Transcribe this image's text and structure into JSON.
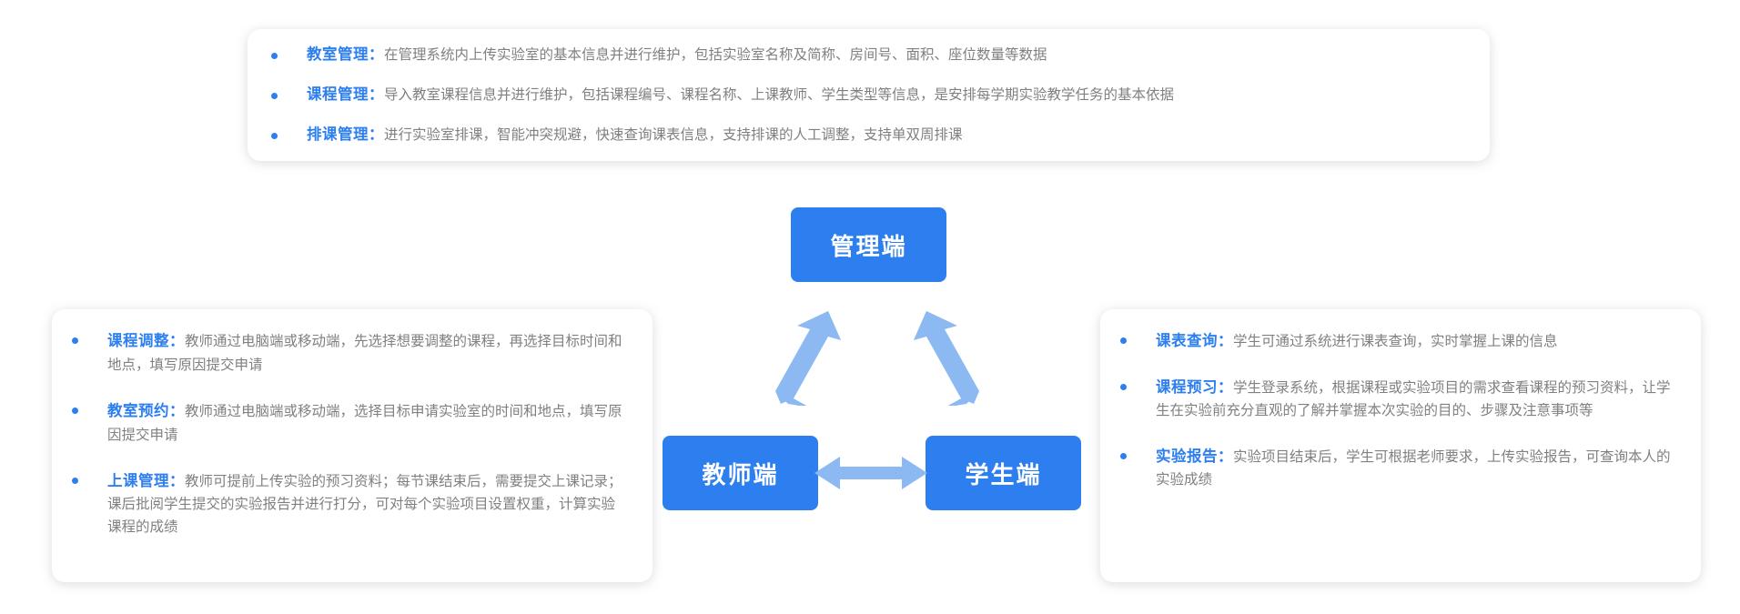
{
  "theme": {
    "accent": "#2d7ff0",
    "arrow": "#8cb9f2",
    "body_text": "#808080",
    "card_bg": "#ffffff",
    "page_bg": "#ffffff"
  },
  "nodes": {
    "admin": "管理端",
    "teacher": "教师端",
    "student": "学生端"
  },
  "admin_panel": {
    "items": [
      {
        "term": "教室管理",
        "colon": "：",
        "desc": "在管理系统内上传实验室的基本信息并进行维护，包括实验室名称及简称、房间号、面积、座位数量等数据"
      },
      {
        "term": "课程管理",
        "colon": "：",
        "desc": "导入教室课程信息并进行维护，包括课程编号、课程名称、上课教师、学生类型等信息，是安排每学期实验教学任务的基本依据"
      },
      {
        "term": "排课管理",
        "colon": "：",
        "desc": "进行实验室排课，智能冲突规避，快速查询课表信息，支持排课的人工调整，支持单双周排课"
      }
    ]
  },
  "teacher_panel": {
    "items": [
      {
        "term": "课程调整",
        "colon": "：",
        "desc": "教师通过电脑端或移动端，先选择想要调整的课程，再选择目标时间和地点，填写原因提交申请"
      },
      {
        "term": "教室预约",
        "colon": "：",
        "desc": "教师通过电脑端或移动端，选择目标申请实验室的时间和地点，填写原因提交申请"
      },
      {
        "term": "上课管理",
        "colon": "：",
        "desc": "教师可提前上传实验的预习资料；每节课结束后，需要提交上课记录；课后批阅学生提交的实验报告并进行打分，可对每个实验项目设置权重，计算实验课程的成绩"
      }
    ]
  },
  "student_panel": {
    "items": [
      {
        "term": "课表查询",
        "colon": "：",
        "desc": "学生可通过系统进行课表查询，实时掌握上课的信息"
      },
      {
        "term": "课程预习",
        "colon": "：",
        "desc": "学生登录系统，根据课程或实验项目的需求查看课程的预习资料，让学生在实验前充分直观的了解并掌握本次实验的目的、步骤及注意事项等"
      },
      {
        "term": "实验报告",
        "colon": "：",
        "desc": "实验项目结束后，学生可根据老师要求，上传实验报告，可查询本人的实验成绩"
      }
    ]
  },
  "connectors": {
    "admin_teacher": "double-headed-arrow",
    "admin_student": "double-headed-arrow",
    "teacher_student": "double-headed-arrow"
  }
}
